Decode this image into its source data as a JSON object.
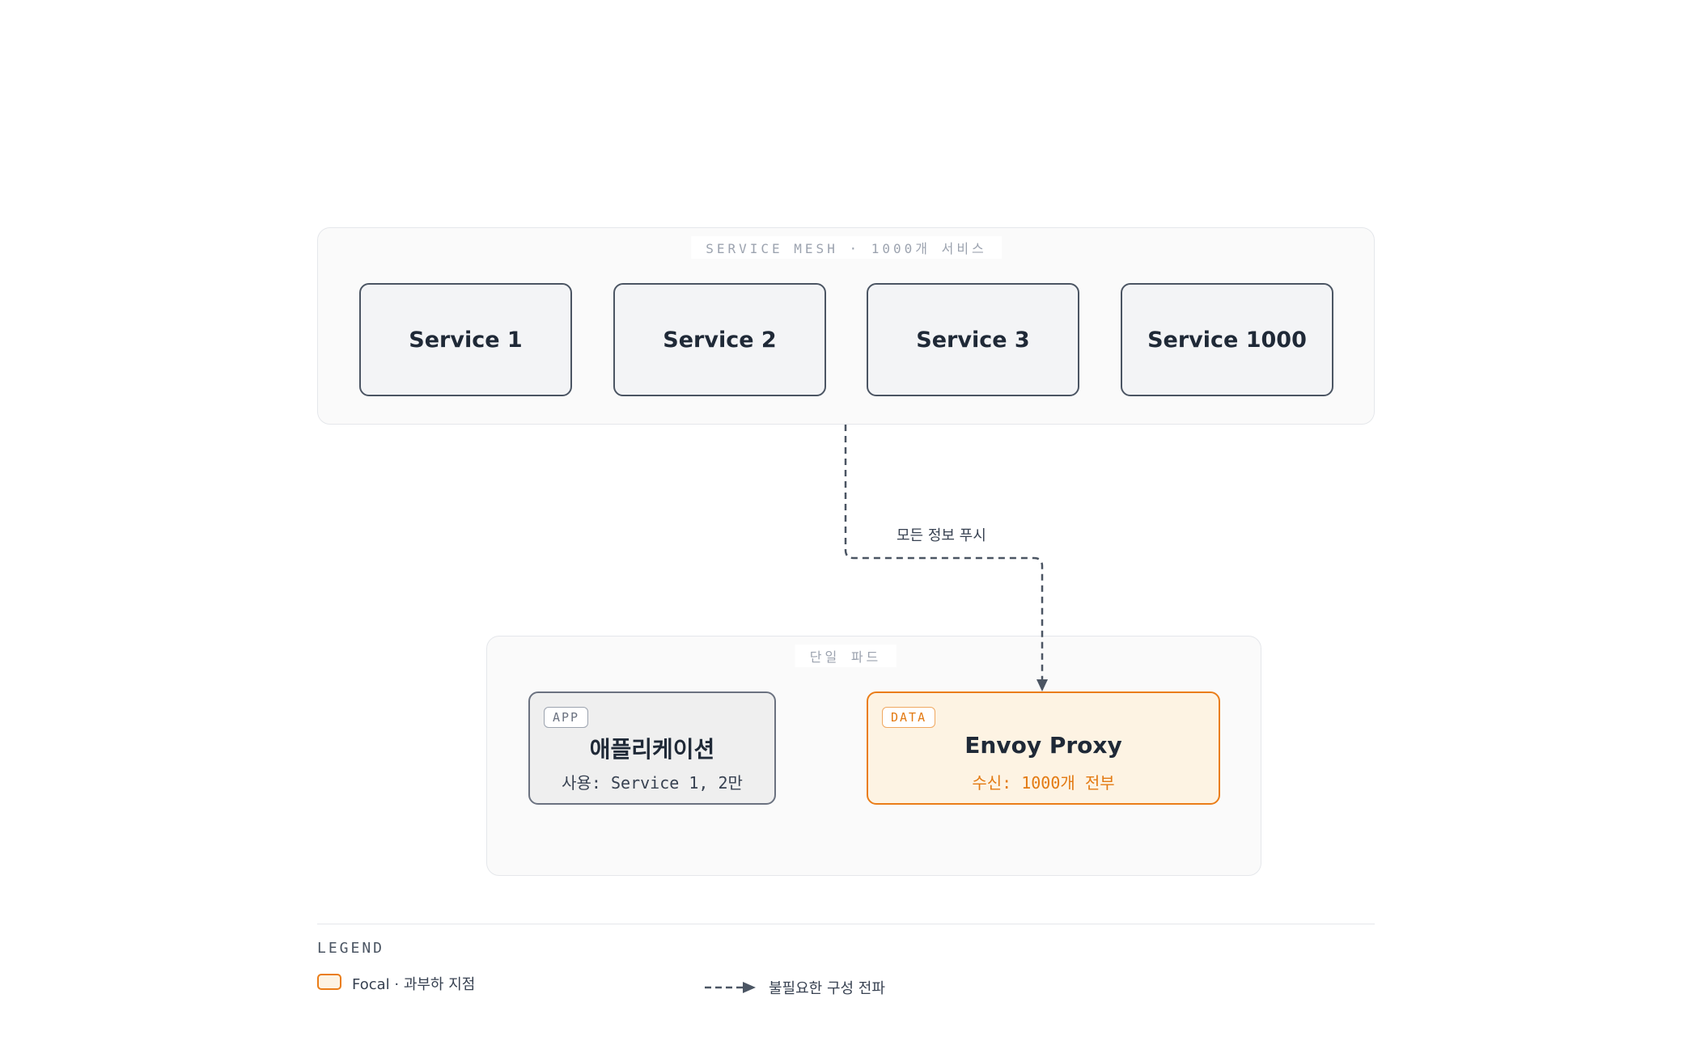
{
  "mesh": {
    "label": "SERVICE MESH · 1000개 서비스",
    "services": [
      "Service 1",
      "Service 2",
      "Service 3",
      "Service 1000"
    ]
  },
  "edge": {
    "label": "모든 정보 푸시"
  },
  "pod": {
    "label": "단일 파드",
    "app": {
      "tag": "APP",
      "title": "애플리케이션",
      "subtitle": "사용: Service 1, 2만"
    },
    "proxy": {
      "tag": "DATA",
      "title": "Envoy Proxy",
      "subtitle": "수신: 1000개 전부"
    }
  },
  "legend": {
    "title": "LEGEND",
    "focal": "Focal · 과부하 지점",
    "propagation": "불필요한 구성 전파"
  },
  "colors": {
    "focal_border": "#ea7d18",
    "focal_fill": "#fdf3e3",
    "focal_text": "#e37a12",
    "node_border": "#4b5563",
    "edge": "#4b5563"
  }
}
